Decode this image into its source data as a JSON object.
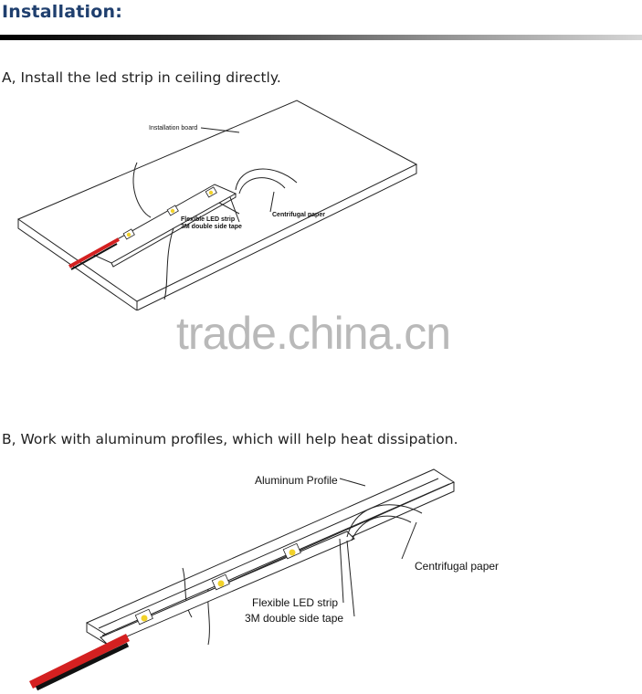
{
  "heading": "Installation:",
  "step_a": {
    "text": "A, Install the led strip in ceiling directly.",
    "labels": {
      "board": "Installation board",
      "strip": "Flexible LED strip",
      "tape": "3M double side tape",
      "paper": "Centrifugal paper"
    }
  },
  "watermark": "trade.china.cn",
  "step_b": {
    "text": "B, Work with aluminum profiles, which will help heat dissipation.",
    "labels": {
      "profile": "Aluminum Profile",
      "strip": "Flexible LED strip",
      "tape": "3M double side tape",
      "paper": "Centrifugal paper"
    }
  },
  "colors": {
    "heading": "#1f3f6e",
    "wire_red": "#d42020",
    "wire_black": "#111111"
  }
}
